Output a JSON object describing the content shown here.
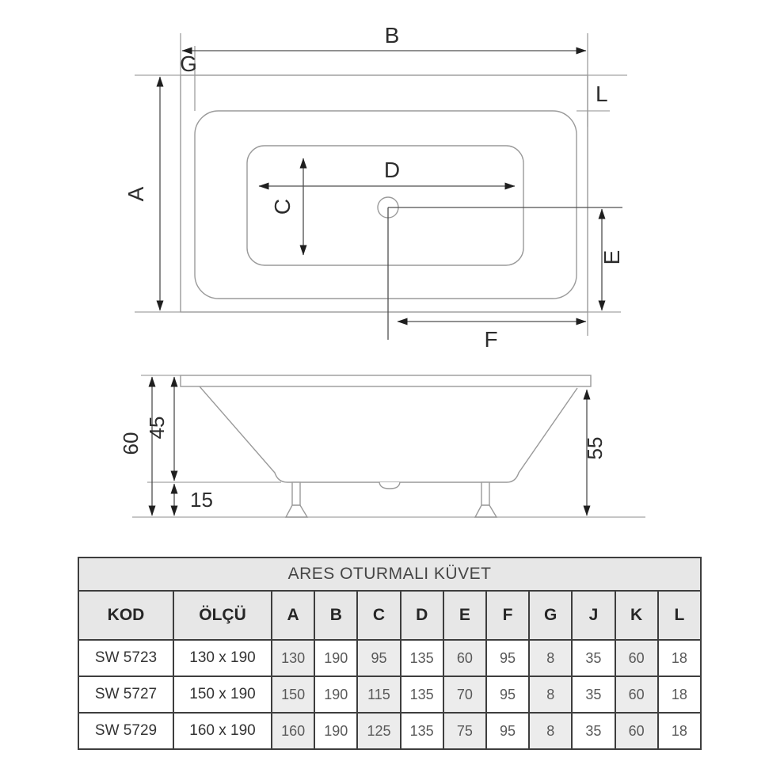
{
  "drawing": {
    "top_view": {
      "dim_labels": {
        "b": "B",
        "g": "G",
        "a": "A",
        "l": "L",
        "d": "D",
        "c": "C",
        "e": "E",
        "f": "F"
      }
    },
    "side_view": {
      "dim_labels": {
        "total_height": "60",
        "basin_depth": "45",
        "base_height": "15",
        "rim_underside_height": "55"
      }
    }
  },
  "table": {
    "title": "ARES OTURMALI KÜVET",
    "columns": [
      "KOD",
      "ÖLÇÜ",
      "A",
      "B",
      "C",
      "D",
      "E",
      "F",
      "G",
      "J",
      "K",
      "L"
    ],
    "rows": [
      {
        "kod": "SW 5723",
        "olcu": "130 x 190",
        "values": [
          "130",
          "190",
          "95",
          "135",
          "60",
          "95",
          "8",
          "35",
          "60",
          "18"
        ]
      },
      {
        "kod": "SW 5727",
        "olcu": "150 x 190",
        "values": [
          "150",
          "190",
          "115",
          "135",
          "70",
          "95",
          "8",
          "35",
          "60",
          "18"
        ]
      },
      {
        "kod": "SW 5729",
        "olcu": "160 x 190",
        "values": [
          "160",
          "190",
          "125",
          "135",
          "75",
          "95",
          "8",
          "35",
          "60",
          "18"
        ]
      }
    ]
  },
  "colors": {
    "table_header_bg": "#e7e7e7",
    "table_shade_bg": "#ececec",
    "table_border": "#3e3e3e",
    "outline_line": "#9a9a9a",
    "dimension_line": "#4f4f4f",
    "text": "#2d2d2d"
  }
}
